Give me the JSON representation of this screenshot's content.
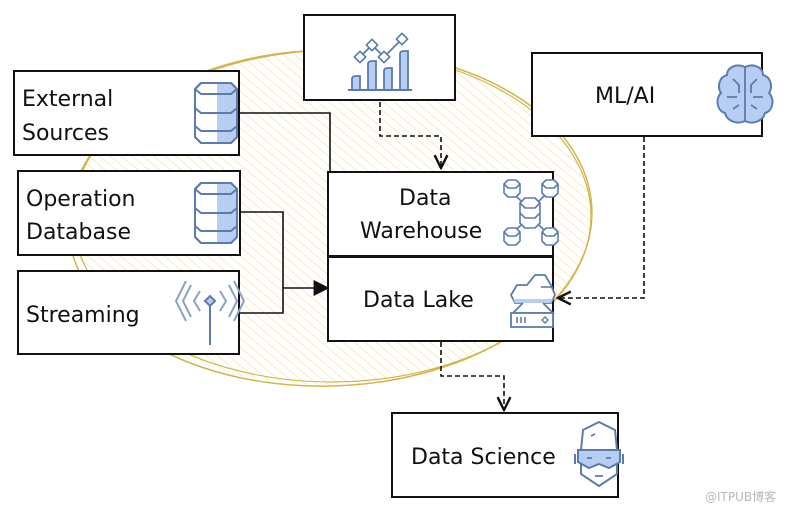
{
  "diagram": {
    "title": "Data platform architecture",
    "group_region": {
      "name": "data-platform-zone",
      "color": "#d6b94a",
      "hatch_color": "#f3e7b8"
    },
    "nodes": [
      {
        "id": "external-sources",
        "label_lines": [
          "External",
          "Sources"
        ],
        "icon": "database-icon"
      },
      {
        "id": "operation-database",
        "label_lines": [
          "Operation",
          "Database"
        ],
        "icon": "database-icon"
      },
      {
        "id": "streaming",
        "label_lines": [
          "Streaming"
        ],
        "icon": "antenna-icon"
      },
      {
        "id": "analytics",
        "label_lines": [],
        "icon": "chart-icon"
      },
      {
        "id": "ml-ai",
        "label_lines": [
          "ML/AI"
        ],
        "icon": "brain-icon"
      },
      {
        "id": "data-warehouse",
        "label_lines": [
          "Data",
          "Warehouse"
        ],
        "icon": "distributed-database-icon"
      },
      {
        "id": "data-lake",
        "label_lines": [
          "Data Lake"
        ],
        "icon": "cloud-server-icon"
      },
      {
        "id": "data-science",
        "label_lines": [
          "Data Science"
        ],
        "icon": "scientist-face-icon"
      }
    ],
    "edges": [
      {
        "from": "external-sources",
        "to": "data-lake",
        "style": "solid"
      },
      {
        "from": "operation-database",
        "to": "data-lake",
        "style": "solid"
      },
      {
        "from": "streaming",
        "to": "data-lake",
        "style": "solid"
      },
      {
        "from": "analytics",
        "to": "data-warehouse",
        "style": "dashed"
      },
      {
        "from": "ml-ai",
        "to": "data-lake",
        "style": "dashed"
      },
      {
        "from": "data-lake",
        "to": "data-science",
        "style": "dashed"
      }
    ],
    "icon_colors": {
      "stroke": "#5b7bb0",
      "fill": "#b8cdf2"
    },
    "watermark": "@ITPUB博客"
  }
}
